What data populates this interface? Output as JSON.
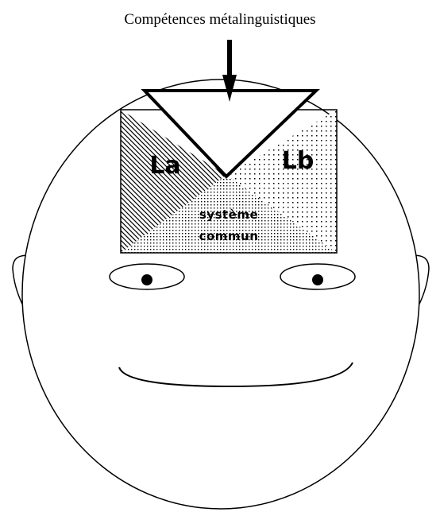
{
  "diagram": {
    "title": "Compétences métalinguistiques",
    "region_left_label": "La",
    "region_right_label": "Lb",
    "region_bottom_label_line1": "système",
    "region_bottom_label_line2": "commun"
  }
}
